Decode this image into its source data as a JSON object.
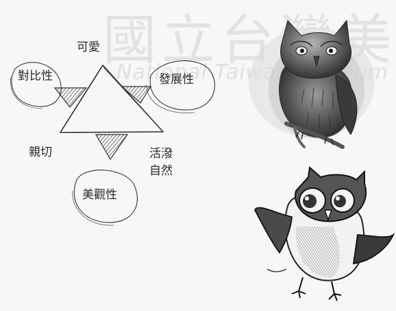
{
  "watermark": {
    "chinese": "國立台灣美",
    "english": "National Taiwan Museum"
  },
  "diagram": {
    "top_label": "可愛",
    "left_label": "親切",
    "upper_left_label": "對比性",
    "upper_right_label": "發展性",
    "bottom_label": "美觀性",
    "lower_right_label_line1": "活潑",
    "lower_right_label_line2": "自然"
  },
  "colors": {
    "pencil": "#2a2a2a",
    "paper": "#f7f7f5",
    "owl_dark": "#3a3a3a",
    "owl_mid": "#8a8a8a"
  }
}
